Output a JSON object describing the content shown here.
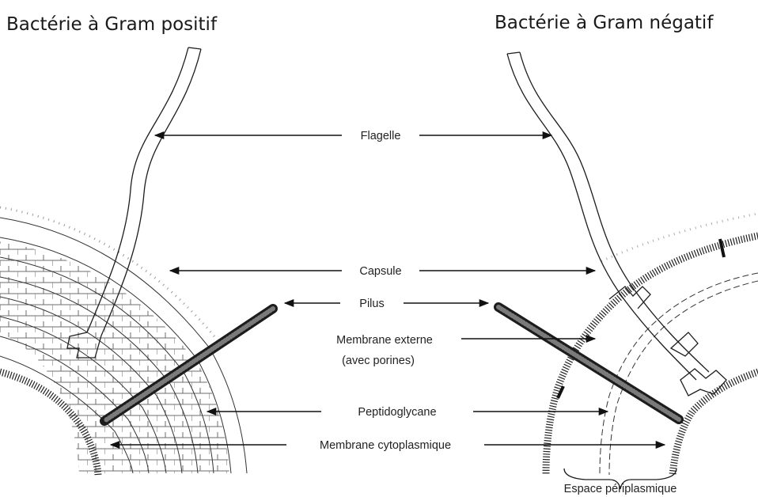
{
  "titles": {
    "gram_positive": "Bactérie à Gram positif",
    "gram_negative": "Bactérie à Gram négatif"
  },
  "labels": {
    "flagelle": "Flagelle",
    "capsule": "Capsule",
    "pilus": "Pilus",
    "membrane_externe_line1": "Membrane externe",
    "membrane_externe_line2": "(avec porines)",
    "peptidoglycane": "Peptidoglycane",
    "membrane_cytoplasmique": "Membrane cytoplasmique",
    "espace_periplasmique": "Espace périplasmique"
  }
}
